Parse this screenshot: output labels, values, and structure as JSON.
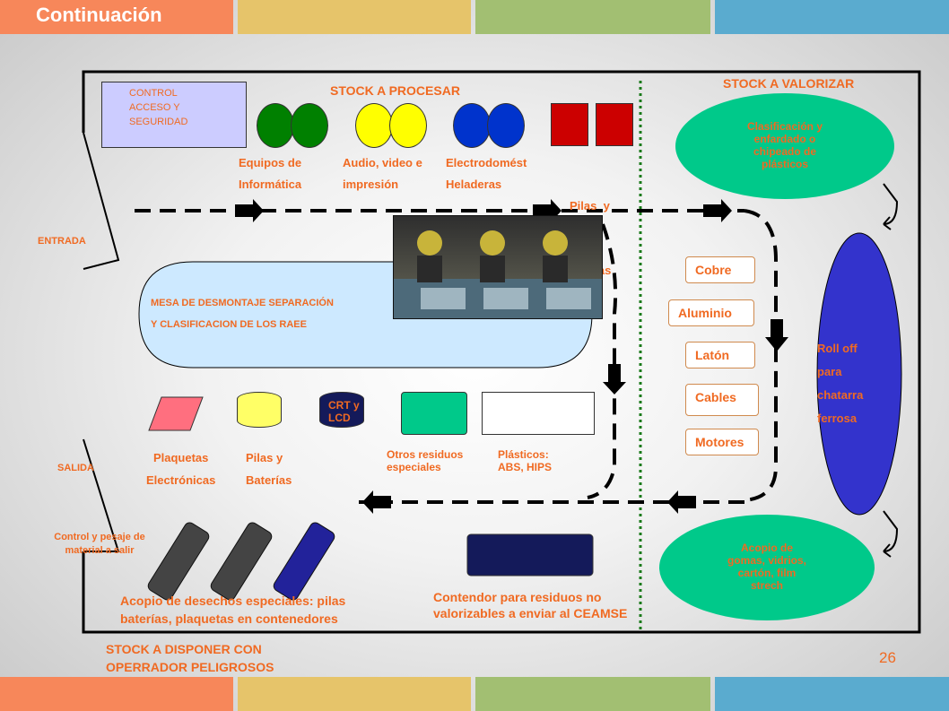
{
  "header": {
    "title": "Continuación"
  },
  "colors": {
    "orange_text": "#f06a22",
    "band1": "#f7875a",
    "band2": "#e6c46a",
    "band3": "#a2bf72",
    "band4": "#5aabcf"
  },
  "labels": {
    "stock_procesar": "STOCK A PROCESAR",
    "stock_valorizar": "STOCK A VALORIZAR",
    "control_acceso": "CONTROL\nACCESO Y\nSEGURIDAD",
    "entrada": "ENTRADA",
    "salida": "SALIDA",
    "control_pesaje": "Control y pesaje de\nmaterial a salir",
    "mesa": "MESA DE DESMONTAJE SEPARACIÓN\nY CLASIFICACION DE LOS RAEE",
    "stock_disponer": "STOCK A DISPONER CON\nOPERRADOR PELIGROSOS",
    "acopio_desechos": "Acopio de desechos especiales: pilas\nbaterías, plaquetas en contenedores",
    "contenedor": "Contendor para residuos no\nvalorizables a enviar al CEAMSE",
    "page_number": "26"
  },
  "stock_items": [
    {
      "line1": "Equipos de",
      "line2": "Informática",
      "color": "#008000"
    },
    {
      "line1": "Audio, video e",
      "line2": "impresión",
      "color": "#ffff00"
    },
    {
      "line1": "Electrodomést",
      "line2": "Heladeras",
      "color": "#0033cc"
    },
    {
      "line1": "Pilas  y",
      "line2": "Baterías",
      "color": "#cc0000"
    }
  ],
  "metals": [
    "Cobre",
    "Aluminio",
    "Latón",
    "Cables",
    "Motores"
  ],
  "valorizar": {
    "clasificacion": "Clasificación y\nenfardado o\nchipeado de\nplásticos",
    "roll_off": "Roll off\npara\nchatarra\nferrosa",
    "acopio_gomas": "Acopio de\ngomas, vidrios,\ncartón, film\nstrech"
  },
  "bottom_items": {
    "plaquetas": "Plaquetas\nElectrónicas",
    "pilas": "Pilas y\nBaterías",
    "crt": "CRT y\nLCD",
    "otros": "Otros residuos\nespeciales",
    "plasticos": "Plásticos:\nABS, HIPS"
  }
}
